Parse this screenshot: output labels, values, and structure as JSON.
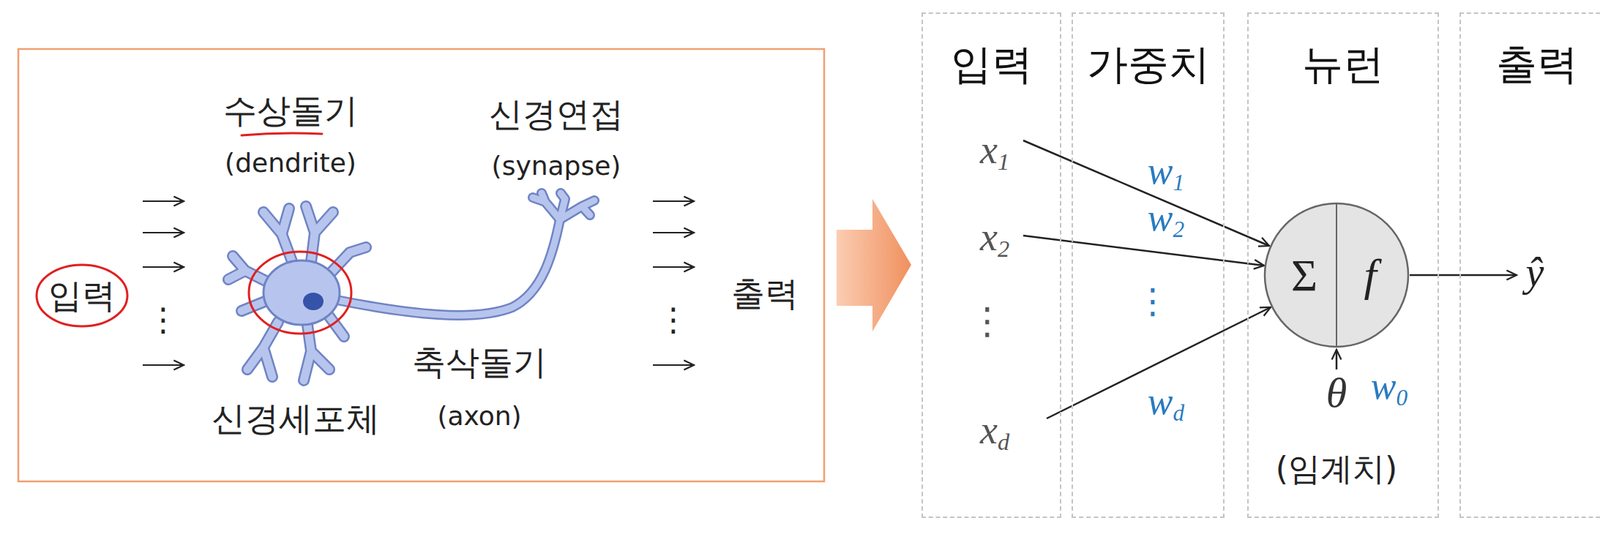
{
  "diagram": {
    "nodes": [
      {
        "text": [
          "입력"
        ]
      },
      {
        "text": [
          "가중치"
        ]
      },
      {
        "text": [
          "뉴런"
        ]
      },
      {
        "text": [
          "Σ",
          "f"
        ],
        "in": 2
      },
      {
        "text": [
          "출력"
        ]
      }
    ],
    "labels": [
      "입력",
      "⋮",
      "수상돌기",
      "(dendrite)",
      "신경연접",
      "(synapse)",
      "⋮",
      "출력",
      "축삭돌기",
      "신경세포체",
      "(axon)",
      "x1",
      "x2",
      "⋮",
      "xd",
      "w1",
      "w2",
      "⋮",
      "wd",
      "θ",
      "w0",
      "(임계치)",
      "ŷ"
    ]
  }
}
